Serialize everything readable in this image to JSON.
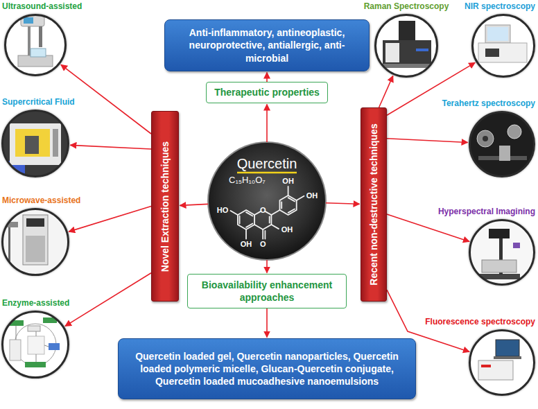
{
  "diagram": {
    "nodes": [
      {
        "text": [
          "Ultrasound-assisted"
        ]
      },
      {
        "text": [
          "Raman Spectroscopy"
        ]
      },
      {
        "text": [
          "NIR spectroscopy"
        ]
      },
      {
        "text": [
          "Anti-inflammatory, antineoplastic, neuroprotective, antiallergic, anti-microbial"
        ]
      },
      {
        "text": [
          "Therapeutic properties"
        ]
      },
      {
        "text": [
          "Supercritical Fluid"
        ]
      },
      {
        "text": [
          "Terahertz spectroscopy"
        ]
      },
      {
        "text": [
          "Novel Extraction techniques"
        ]
      },
      {
        "text": [
          "Quercetin",
          "C₁₅H₁₀O₇"
        ]
      },
      {
        "text": [
          "Recent non-destructive techniques"
        ]
      },
      {
        "text": [
          "Microwave-assisted"
        ]
      },
      {
        "text": [
          "Hyperspectral Imagining"
        ]
      },
      {
        "text": [
          "Bioavailability enhancement approaches"
        ]
      },
      {
        "text": [
          "Enzyme-assisted"
        ]
      },
      {
        "text": [
          "Fluorescence spectroscopy"
        ]
      },
      {
        "text": [
          "Quercetin loaded gel, Quercetin nanoparticles, Quercetin loaded polymeric micelle, Glucan-Quercetin conjugate, Quercetin loaded mucoadhesive nanoemulsions"
        ]
      }
    ],
    "edges": [
      {
        "from": 8,
        "to": 4,
        "arrow": "to"
      },
      {
        "from": 4,
        "to": 3,
        "arrow": "to"
      },
      {
        "from": 8,
        "to": 7,
        "arrow": "to"
      },
      {
        "from": 8,
        "to": 9,
        "arrow": "to"
      },
      {
        "from": 8,
        "to": 12,
        "arrow": "to"
      },
      {
        "from": 12,
        "to": 15,
        "arrow": "to"
      },
      {
        "from": 7,
        "to": 0,
        "arrow": "to"
      },
      {
        "from": 7,
        "to": 5,
        "arrow": "to"
      },
      {
        "from": 7,
        "to": 10,
        "arrow": "to"
      },
      {
        "from": 7,
        "to": 13,
        "arrow": "to"
      },
      {
        "from": 9,
        "to": 1,
        "arrow": "to"
      },
      {
        "from": 9,
        "to": 2,
        "arrow": "to"
      },
      {
        "from": 9,
        "to": 6,
        "arrow": "to"
      },
      {
        "from": 9,
        "to": 11,
        "arrow": "to"
      },
      {
        "from": 9,
        "to": 14,
        "arrow": "to"
      }
    ],
    "labels": [
      "OH",
      "OH",
      "HO",
      "O",
      "OH",
      "OH",
      "O"
    ]
  }
}
